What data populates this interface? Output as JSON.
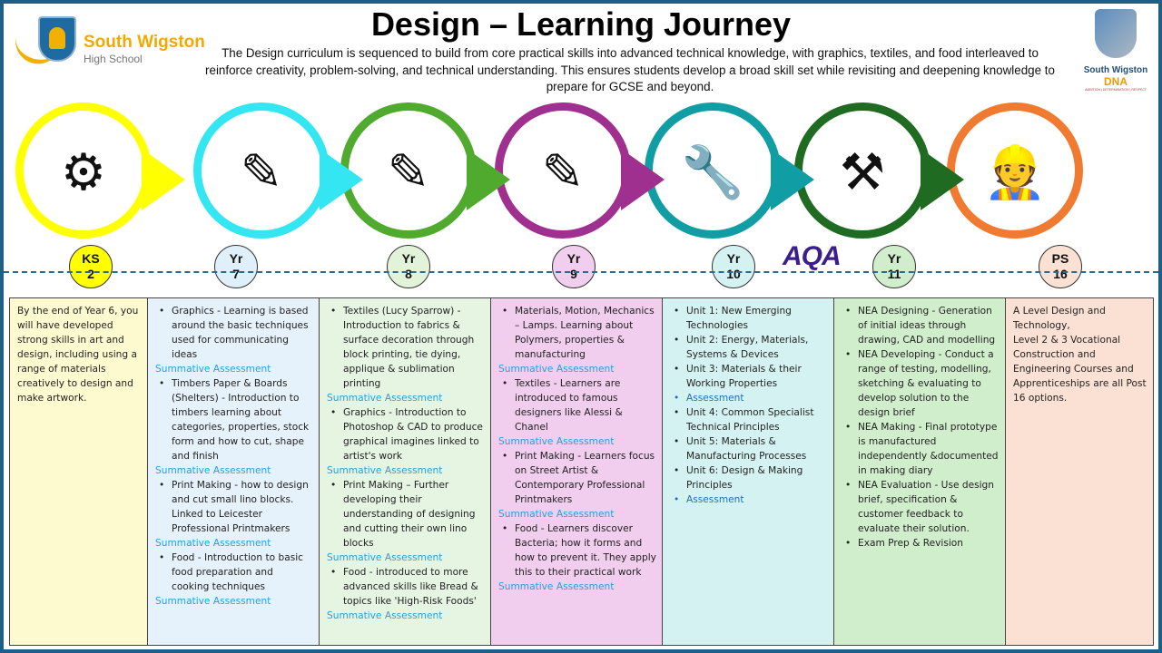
{
  "header": {
    "school_name": "South Wigston",
    "school_sub": "High School",
    "title": "Design – Learning Journey",
    "intro": "The Design curriculum is sequenced to build from core practical skills into advanced technical knowledge, with graphics, textiles, and food interleaved to reinforce creativity, problem-solving, and technical understanding. This ensures students develop a broad skill set while revisiting and deepening knowledge to prepare for GCSE and beyond.",
    "dna_logo": {
      "line1": "South Wigston",
      "line2": "DNA",
      "tagline": "AMBITION | DETERMINATION | RESPECT"
    }
  },
  "stages": [
    {
      "color": "#ffff00",
      "icon": "head-gears-icon",
      "glyph": "⚙",
      "badge": [
        "KS",
        "2"
      ],
      "badge_color": "#ffff00"
    },
    {
      "color": "#33e6f2",
      "icon": "design-tools-icon",
      "glyph": "✎",
      "badge": [
        "Yr",
        "7"
      ],
      "badge_color": "#dff0fb"
    },
    {
      "color": "#4faa2e",
      "icon": "design-tools-icon",
      "glyph": "✎",
      "badge": [
        "Yr",
        "8"
      ],
      "badge_color": "#e3f3d9"
    },
    {
      "color": "#a0308f",
      "icon": "design-tools-icon",
      "glyph": "✎",
      "badge": [
        "Yr",
        "9"
      ],
      "badge_color": "#f1cdee"
    },
    {
      "color": "#119da4",
      "icon": "drill-wrench-icon",
      "glyph": "🔧",
      "badge": [
        "Yr",
        "10"
      ],
      "badge_color": "#d5f2f2"
    },
    {
      "color": "#1f6b22",
      "icon": "design-cycle-icon",
      "glyph": "⚒",
      "badge": [
        "Yr",
        "11"
      ],
      "badge_color": "#d1eecc"
    },
    {
      "color": "#ef7a30",
      "icon": "engineer-icon",
      "glyph": "👷",
      "badge": [
        "PS",
        "16"
      ],
      "badge_color": "#fbe0d4"
    }
  ],
  "aqa": "AQA",
  "columns": [
    {
      "bg": "#fdfad0",
      "items": [
        {
          "t": "p",
          "text": "By the end of Year 6, you will have developed strong skills in art and design, including using a range of materials creatively to design and make artwork."
        }
      ]
    },
    {
      "bg": "#e6f2fb",
      "items": [
        {
          "t": "b",
          "text": "Graphics - Learning is based around the basic techniques used for communicating ideas"
        },
        {
          "t": "s",
          "text": "Summative Assessment"
        },
        {
          "t": "b",
          "text": "Timbers Paper & Boards (Shelters) - Introduction to timbers learning about categories, properties, stock form and how to cut, shape and finish"
        },
        {
          "t": "s",
          "text": "Summative Assessment"
        },
        {
          "t": "b",
          "text": "Print Making - how to design and cut small lino blocks. Linked to Leicester Professional Printmakers"
        },
        {
          "t": "s",
          "text": "Summative Assessment"
        },
        {
          "t": "b",
          "text": "Food - Introduction to basic food preparation and cooking techniques"
        },
        {
          "t": "s",
          "text": "Summative Assessment"
        }
      ]
    },
    {
      "bg": "#e6f4e2",
      "items": [
        {
          "t": "b",
          "text": "Textiles (Lucy Sparrow) - Introduction to fabrics & surface decoration through block printing, tie dying, applique & sublimation printing"
        },
        {
          "t": "s",
          "text": "Summative Assessment"
        },
        {
          "t": "b",
          "text": "Graphics - Introduction to Photoshop & CAD to produce graphical imagines linked to artist's work"
        },
        {
          "t": "s",
          "text": "Summative Assessment"
        },
        {
          "t": "b",
          "text": "Print Making – Further developing their understanding of designing and cutting their own lino blocks"
        },
        {
          "t": "s",
          "text": "Summative Assessment"
        },
        {
          "t": "b",
          "text": "Food - introduced to more advanced skills like Bread & topics like 'High-Risk Foods'"
        },
        {
          "t": "s",
          "text": "Summative Assessment"
        }
      ]
    },
    {
      "bg": "#f1cdee",
      "items": [
        {
          "t": "b",
          "text": "Materials, Motion, Mechanics – Lamps. Learning about Polymers, properties & manufacturing"
        },
        {
          "t": "s",
          "text": "Summative Assessment"
        },
        {
          "t": "b",
          "text": "Textiles - Learners are introduced to famous designers like Alessi & Chanel"
        },
        {
          "t": "s",
          "text": "Summative Assessment"
        },
        {
          "t": "b",
          "text": "Print Making - Learners focus on Street Artist & Contemporary Professional Printmakers"
        },
        {
          "t": "s",
          "text": "Summative Assessment"
        },
        {
          "t": "b",
          "text": "Food - Learners discover Bacteria; how it forms and how to prevent it. They apply this to their practical work"
        },
        {
          "t": "s",
          "text": "Summative Assessment"
        }
      ]
    },
    {
      "bg": "#d5f2f2",
      "items": [
        {
          "t": "b",
          "text": "Unit 1: New Emerging Technologies"
        },
        {
          "t": "b",
          "text": "Unit 2: Energy, Materials, Systems & Devices"
        },
        {
          "t": "b",
          "text": "Unit 3: Materials & their Working Properties"
        },
        {
          "t": "a",
          "text": "Assessment"
        },
        {
          "t": "b",
          "text": "Unit 4: Common Specialist Technical Principles"
        },
        {
          "t": "b",
          "text": "Unit 5: Materials & Manufacturing Processes"
        },
        {
          "t": "b",
          "text": "Unit 6: Design & Making Principles"
        },
        {
          "t": "a",
          "text": "Assessment"
        }
      ]
    },
    {
      "bg": "#d1eecc",
      "items": [
        {
          "t": "b",
          "text": "NEA Designing - Generation of initial ideas through drawing, CAD and modelling"
        },
        {
          "t": "b",
          "text": "NEA Developing - Conduct a range of testing, modelling, sketching & evaluating to develop solution to the design brief"
        },
        {
          "t": "b",
          "text": "NEA Making - Final prototype is manufactured independently &documented in making diary"
        },
        {
          "t": "b",
          "text": "NEA Evaluation - Use design brief, specification & customer feedback to evaluate their solution."
        },
        {
          "t": "b",
          "text": "Exam Prep & Revision"
        }
      ]
    },
    {
      "bg": "#fbe0d4",
      "items": [
        {
          "t": "p",
          "text": "A Level Design and Technology,"
        },
        {
          "t": "p",
          "text": "Level 2 & 3 Vocational Construction and Engineering Courses and Apprenticeships are all Post 16 options."
        }
      ]
    }
  ]
}
